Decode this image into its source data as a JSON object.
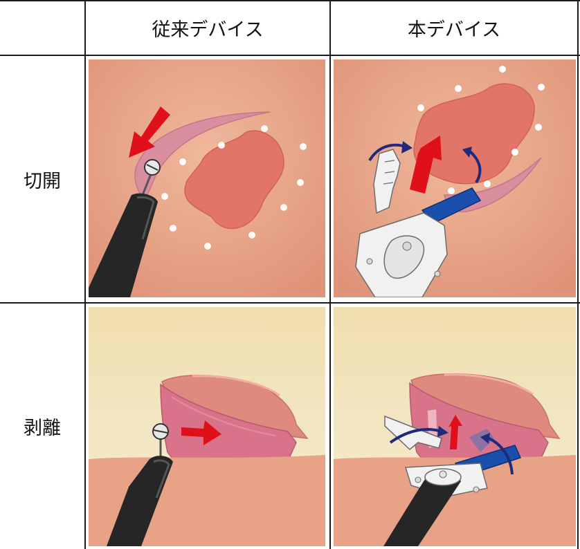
{
  "header": {
    "conventional": "従来デバイス",
    "new_device": "本デバイス"
  },
  "rows": {
    "incision": "切開",
    "dissection": "剥離"
  },
  "colors": {
    "tissue_bg": "#e8a286",
    "lesion": "#e0766a",
    "arrow_red": "#e0101a",
    "arrow_blue": "#1f2a7a",
    "device_black": "#262626",
    "device_white": "#f1f1f1",
    "device_blue": "#1a4fae",
    "mucosa_pink": "#d98ea0",
    "lumen_yellow": "#efdfae"
  }
}
